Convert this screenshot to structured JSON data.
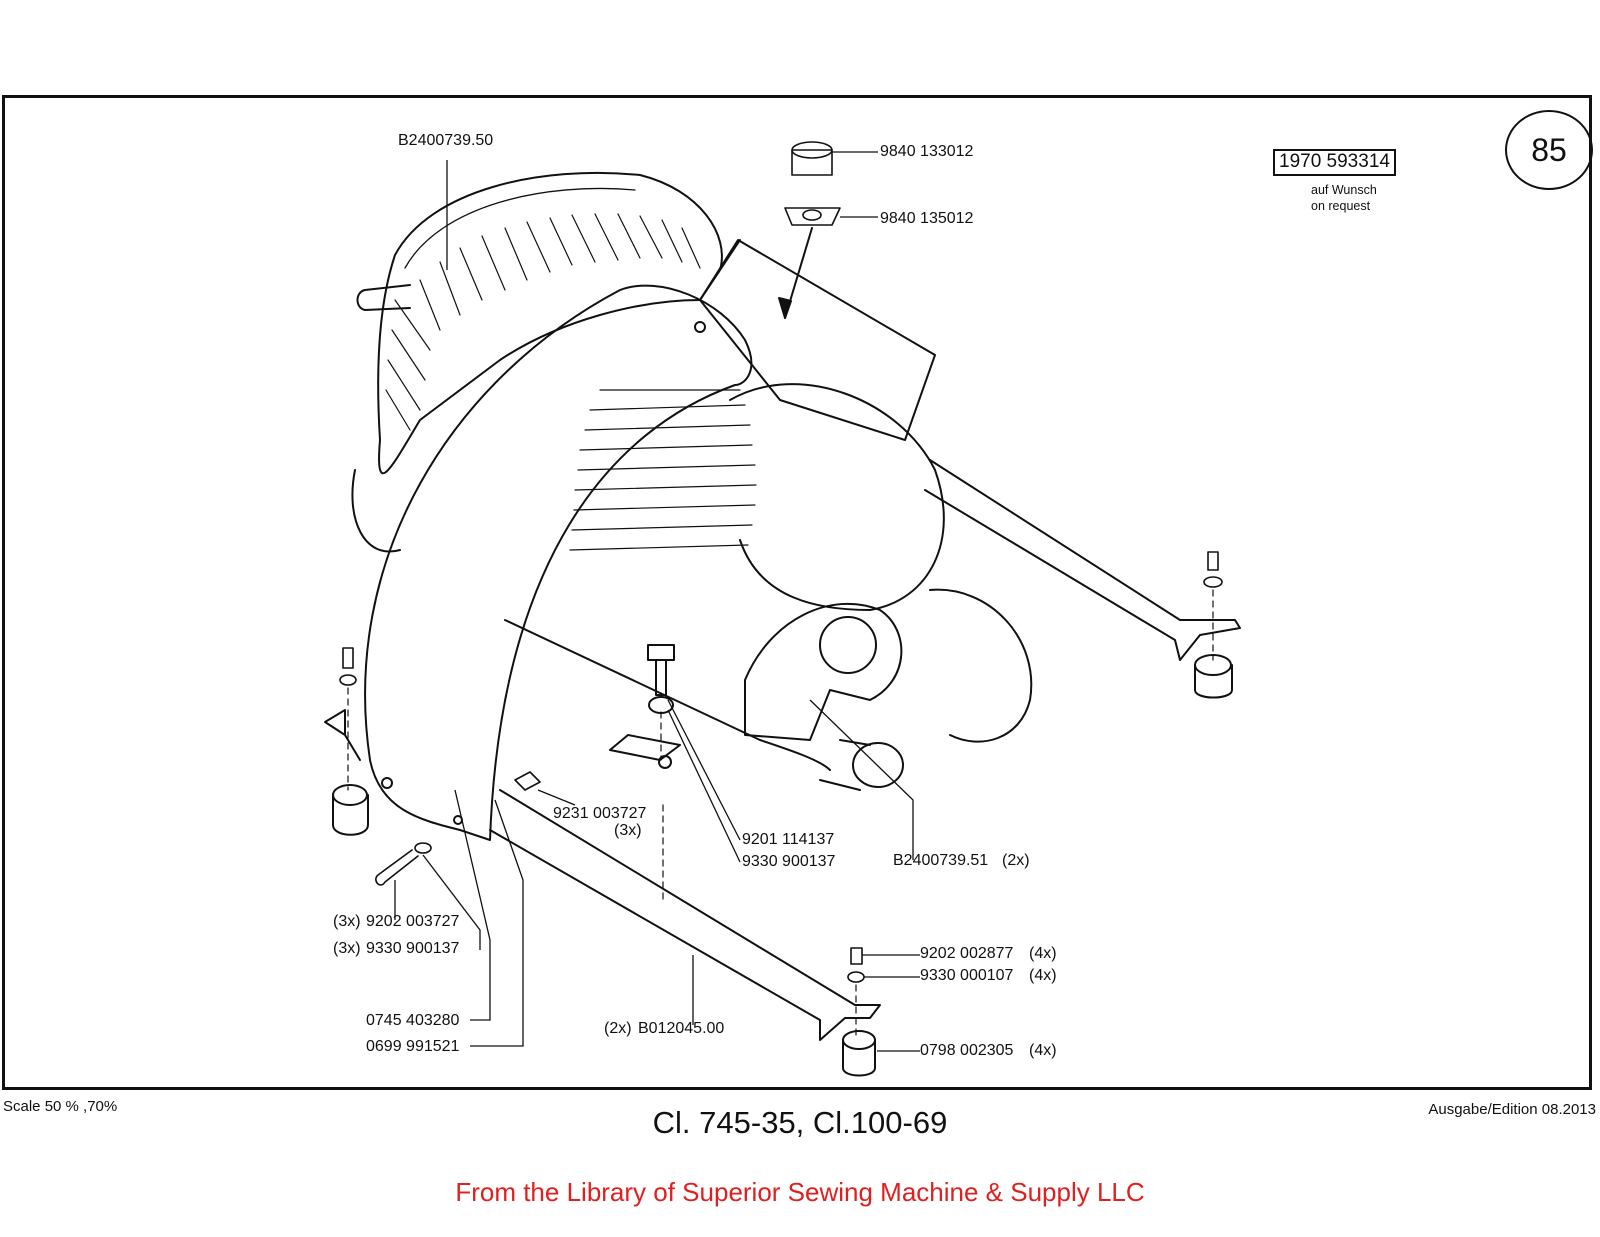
{
  "page_number": "85",
  "reference": {
    "number": "1970 593314",
    "note_de": "auf Wunsch",
    "note_en": "on request"
  },
  "callouts": {
    "cover": "B2400739.50",
    "cap": "9840 133012",
    "nut": "9840 135012",
    "hex_nut": "9231 003727",
    "hex_nut_qty": "(3x)",
    "bolt": "9201 114137",
    "bolt_washer": "9330 900137",
    "elbow": "B2400739.51",
    "elbow_qty": "(2x)",
    "screw_qty": "(3x)",
    "screw": "9202 003727",
    "washer_qty": "(3x)",
    "washer": "9330 900137",
    "part_a": "0745 403280",
    "part_b": "0699 991521",
    "rail_qty": "(2x)",
    "rail": "B012045.00",
    "foot_screw": "9202 002877",
    "foot_screw_qty": "(4x)",
    "foot_washer": "9330 000107",
    "foot_washer_qty": "(4x)",
    "foot": "0798 002305",
    "foot_qty": "(4x)"
  },
  "footer": {
    "scale": "Scale 50 % ,70%",
    "edition": "Ausgabe/Edition 08.2013",
    "model": "Cl. 745-35, Cl.100-69",
    "library": "From the Library of Superior Sewing Machine & Supply LLC"
  }
}
